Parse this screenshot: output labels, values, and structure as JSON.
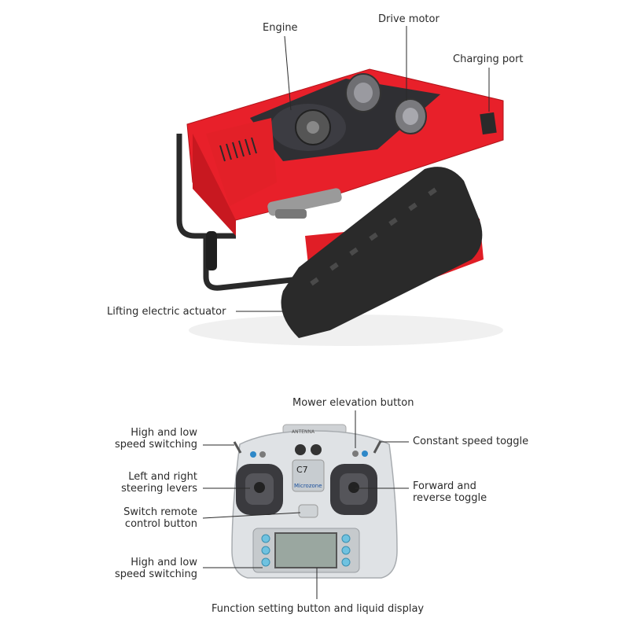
{
  "mower": {
    "labels": {
      "engine": "Engine",
      "drive_motor": "Drive motor",
      "charging_port": "Charging port",
      "lifting_actuator": "Lifting electric actuator"
    },
    "colors": {
      "body": "#e8202a",
      "track": "#2a2a2a"
    }
  },
  "remote": {
    "labels": {
      "mower_elevation": "Mower elevation button",
      "high_low_top": [
        "High and low",
        "speed switching"
      ],
      "constant_speed": "Constant speed toggle",
      "steering": [
        "Left and right",
        "steering levers"
      ],
      "forward_reverse": [
        "Forward and",
        "reverse toggle"
      ],
      "switch_remote": [
        "Switch remote",
        "control button"
      ],
      "high_low_bottom": [
        "High and low",
        "speed switching"
      ],
      "function_display": "Function setting button and liquid display"
    },
    "device_text": {
      "model": "C7",
      "brand": "Microzone",
      "antenna": "ANTENNA"
    },
    "colors": {
      "shell": "#d9dcdf",
      "button": "#6fc2e0"
    }
  }
}
